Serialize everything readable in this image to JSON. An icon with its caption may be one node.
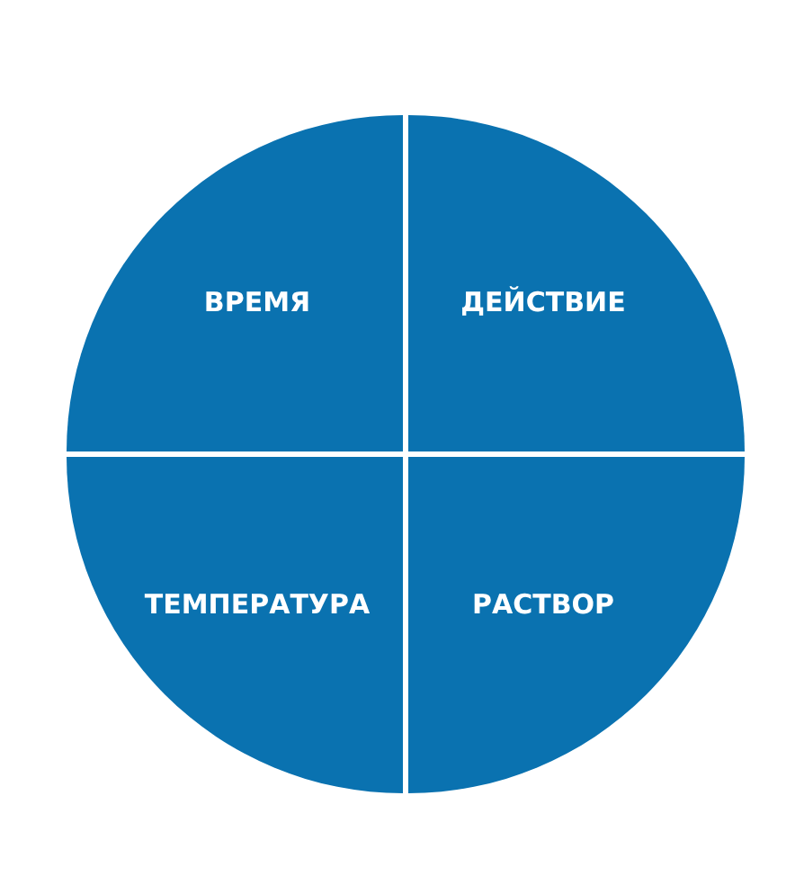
{
  "diagram": {
    "nodes": [
      {
        "text": [
          "ВРЕМЯ"
        ]
      },
      {
        "text": [
          "ДЕЙСТВИЕ"
        ]
      },
      {
        "text": [
          "ТЕМПЕРАТУРА"
        ]
      },
      {
        "text": [
          "РАСТВОР"
        ]
      }
    ]
  }
}
